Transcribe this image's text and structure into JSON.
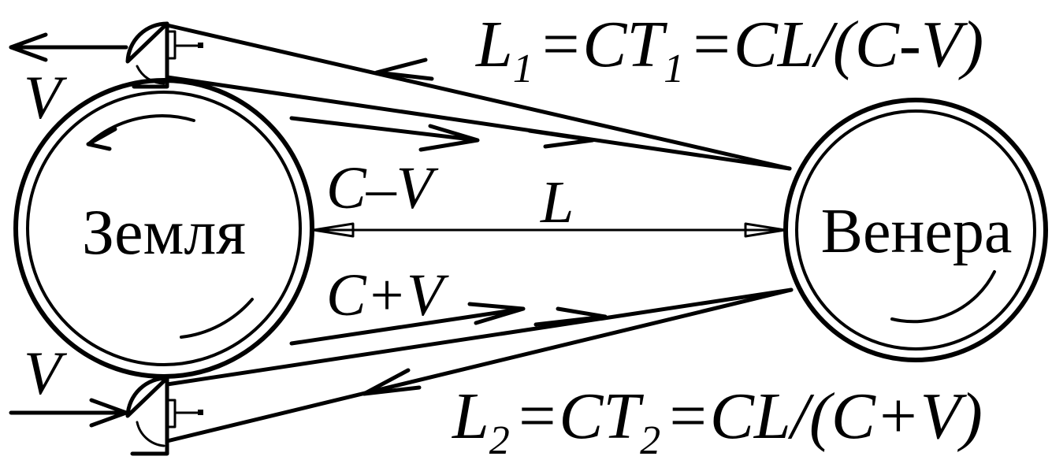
{
  "planets": {
    "earth": "Земля",
    "venus": "Венера"
  },
  "labels": {
    "v_top": "V",
    "v_bottom": "V",
    "c_minus_v": "C–V",
    "c_plus_v": "C+V",
    "distance": "L"
  },
  "formula_top": {
    "L": "L",
    "sub1": "1",
    "eq1": "=",
    "CT": "CT",
    "sub2": "1",
    "eq2": "=",
    "rest": "CL/(C-V)"
  },
  "formula_bottom": {
    "L": "L",
    "sub1": "2",
    "eq1": "=",
    "CT": "CT",
    "sub2": "2",
    "eq2": "=",
    "rest": "CL/(C+V)"
  }
}
